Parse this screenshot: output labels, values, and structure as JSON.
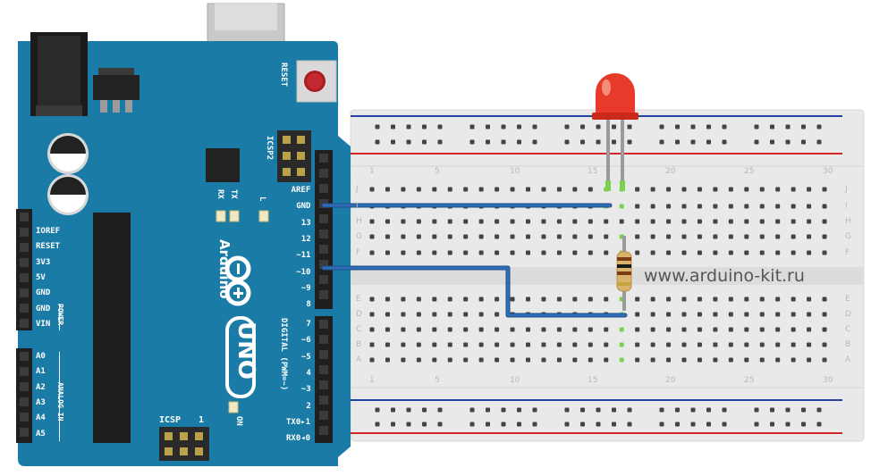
{
  "board": {
    "reset_label": "RESET",
    "icsp2_label": "ICSP2",
    "icsp_label": "ICSP",
    "icsp_pin1": "1",
    "tx_label": "TX",
    "rx_label": "RX",
    "l_label": "L",
    "brand": "Arduino",
    "model": "UNO",
    "on_label": "ON",
    "digital_label": "DIGITAL (PWM=~)",
    "power_label": "POWER",
    "analog_label": "ANALOG IN",
    "power_pins": [
      "IOREF",
      "RESET",
      "3V3",
      "5V",
      "GND",
      "GND",
      "VIN"
    ],
    "analog_pins": [
      "A0",
      "A1",
      "A2",
      "A3",
      "A4",
      "A5"
    ],
    "digital_upper": [
      "AREF",
      "GND",
      "13",
      "12",
      "~11",
      "~10",
      "~9",
      "8"
    ],
    "digital_lower": [
      "7",
      "~6",
      "~5",
      "4",
      "~3",
      "2",
      "TX0▸1",
      "RX0◂0"
    ]
  },
  "breadboard": {
    "column_numbers": [
      "1",
      "5",
      "10",
      "15",
      "20",
      "25",
      "30"
    ],
    "rows_top": [
      "J",
      "I",
      "H",
      "G",
      "F"
    ],
    "rows_bottom": [
      "E",
      "D",
      "C",
      "B",
      "A"
    ]
  },
  "watermark": "www.arduino-kit.ru",
  "colors": {
    "board": "#1a7ca6",
    "board_dark": "#0f5f82",
    "breadboard": "#e9e9e9",
    "rail_blue": "#2443a4",
    "rail_red": "#d42626",
    "wire": "#2f6db8",
    "led": "#e83a2a",
    "hole": "#444444",
    "hole_green": "#7ad14e"
  }
}
